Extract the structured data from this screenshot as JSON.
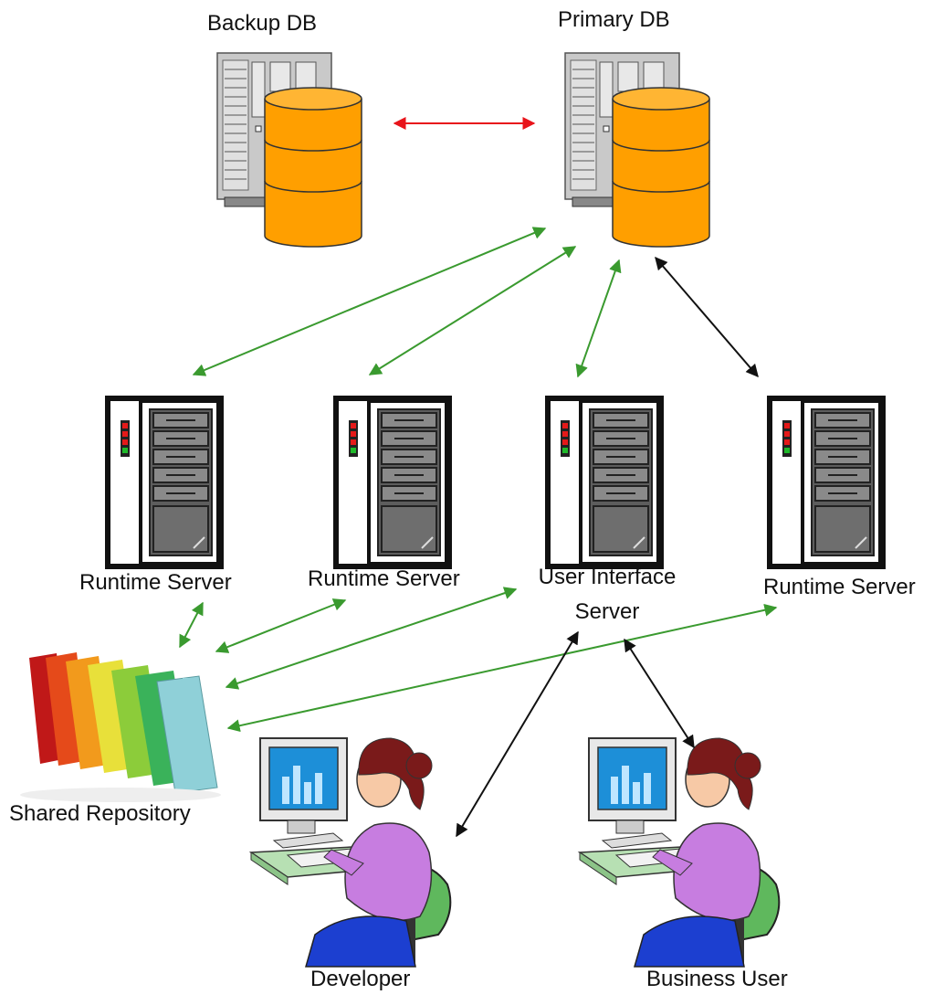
{
  "labels": {
    "backup_db": "Backup DB",
    "primary_db": "Primary DB",
    "runtime_server_1": "Runtime Server",
    "runtime_server_2": "Runtime Server",
    "ui_server_line1": "User Interface",
    "ui_server_line2": "Server",
    "runtime_server_3": "Runtime Server",
    "shared_repository": "Shared Repository",
    "developer": "Developer",
    "business_user": "Business User"
  },
  "colors": {
    "replication_arrow": "#e8141b",
    "green_arrow": "#3a9a2f",
    "black_arrow": "#111111",
    "db_cylinder": "#ff9f00",
    "server_tower": "#c8c8c8"
  },
  "icons": {
    "database": "database-server-icon",
    "server": "server-rack-icon",
    "repository": "file-folders-icon",
    "user": "person-at-computer-icon"
  }
}
